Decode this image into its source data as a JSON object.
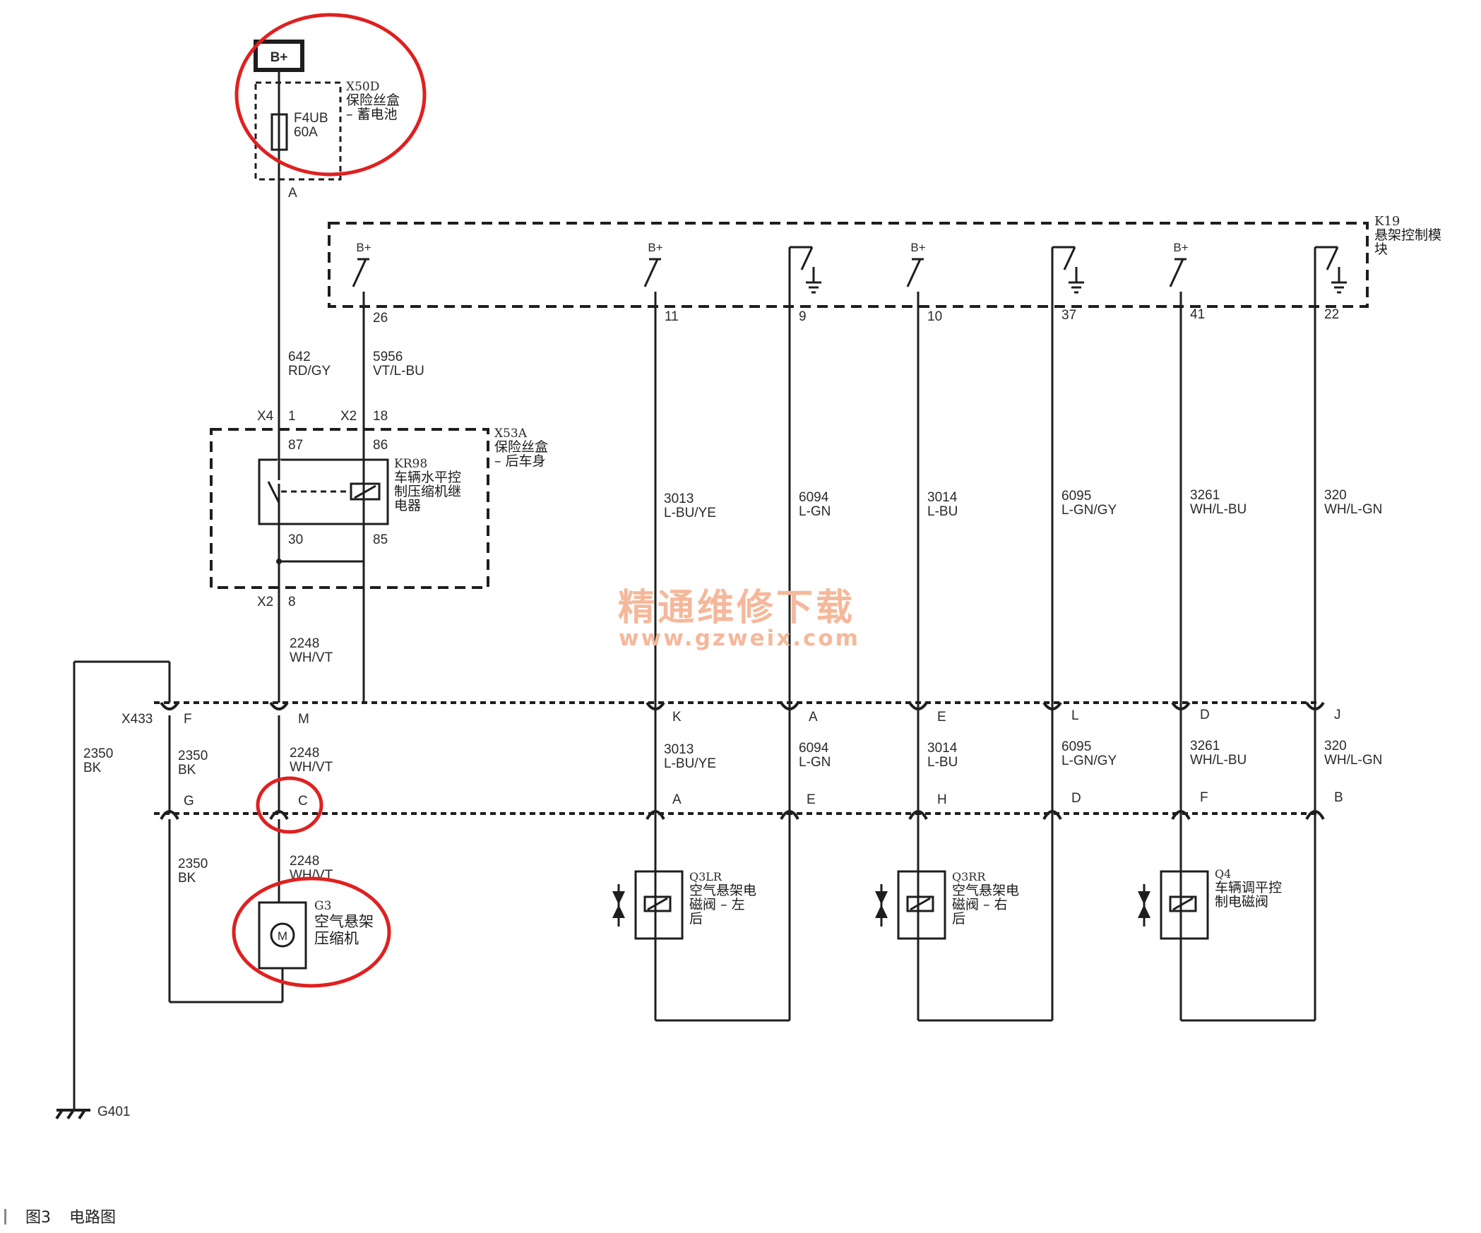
{
  "title": {
    "battery": "B+",
    "fuse_box_id": "X50D",
    "fuse_box_name": "保险丝盒",
    "fuse_box_sub": "– 蓄电池",
    "fuse_id": "F4UB",
    "fuse_rating": "60A",
    "fuse_pin": "A"
  },
  "module": {
    "id": "K19",
    "name_line1": "悬架控制模",
    "name_line2": "块",
    "bplus": "B+",
    "pins": [
      "26",
      "11",
      "9",
      "10",
      "37",
      "41",
      "22"
    ]
  },
  "wires": {
    "w642": "642",
    "w642c": "RD/GY",
    "w5956": "5956",
    "w5956c": "VT/L-BU",
    "w2248": "2248",
    "w2248c": "WH/VT",
    "w2350": "2350",
    "w2350c": "BK",
    "w3013": "3013",
    "w3013c": "L-BU/YE",
    "w6094": "6094",
    "w6094c": "L-GN",
    "w3014": "3014",
    "w3014c": "L-BU",
    "w6095": "6095",
    "w6095c": "L-GN/GY",
    "w3261": "3261",
    "w3261c": "WH/L-BU",
    "w320": "320",
    "w320c": "WH/L-GN"
  },
  "relay": {
    "conn_x4": "X4",
    "pin_1": "1",
    "conn_x2": "X2",
    "pin_18": "18",
    "box_id": "X53A",
    "box_name": "保险丝盒",
    "box_sub": "– 后车身",
    "pin_87": "87",
    "pin_86": "86",
    "pin_30": "30",
    "pin_85": "85",
    "relay_id": "KR98",
    "relay_l1": "车辆水平控",
    "relay_l2": "制压缩机继",
    "relay_l3": "电器",
    "out_conn": "X2",
    "out_pin": "8"
  },
  "connectors": {
    "x433": "X433",
    "top": [
      "F",
      "M",
      "K",
      "A",
      "E",
      "L",
      "D",
      "J"
    ],
    "bottom": [
      "G",
      "C",
      "A",
      "E",
      "H",
      "D",
      "F",
      "B"
    ]
  },
  "components": {
    "motor_symbol": "M",
    "g3_id": "G3",
    "g3_l1": "空气悬架",
    "g3_l2": "压缩机",
    "q3lr_id": "Q3LR",
    "q3lr_l1": "空气悬架电",
    "q3lr_l2": "磁阀 – 左",
    "q3lr_l3": "后",
    "q3rr_id": "Q3RR",
    "q3rr_l1": "空气悬架电",
    "q3rr_l2": "磁阀 – 右",
    "q3rr_l3": "后",
    "q4_id": "Q4",
    "q4_l1": "车辆调平控",
    "q4_l2": "制电磁阀",
    "ground": "G401"
  },
  "watermark": {
    "cn": "精通维修下载",
    "url": "www.gzweix.com"
  },
  "caption": {
    "figure": "图3",
    "text": "电路图"
  },
  "colors": {
    "highlight": "#e02020",
    "watermark": "#f5b89a",
    "line": "#1e1e1e"
  }
}
